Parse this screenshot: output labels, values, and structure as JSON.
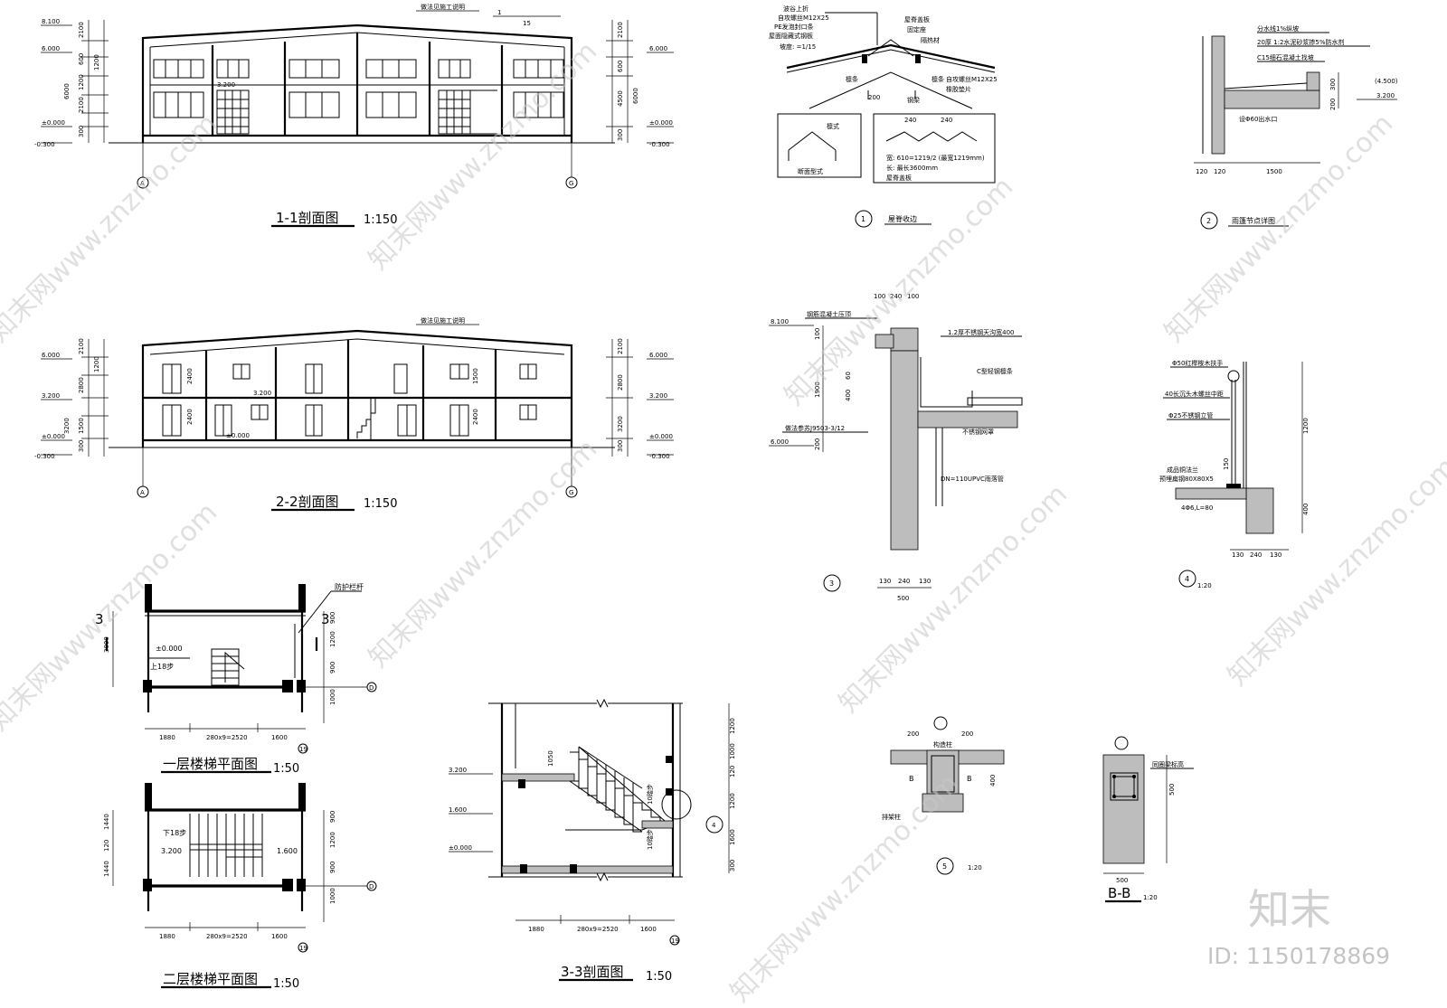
{
  "views": {
    "section_1_1": {
      "title": "1-1剖面图",
      "scale": "1:150",
      "note": "做法见施工说明"
    },
    "section_2_2": {
      "title": "2-2剖面图",
      "scale": "1:150",
      "note": "做法见施工说明"
    },
    "stair_plan_1": {
      "title": "一层楼梯平面图",
      "scale": "1:50",
      "rail_note": "防护栏杆",
      "step_note": "上18步"
    },
    "stair_plan_2": {
      "title": "二层楼梯平面图",
      "scale": "1:50",
      "step_note": "下18步"
    },
    "section_3_3": {
      "title": "3-3剖面图",
      "scale": "1:50",
      "step_note": "10踏步"
    },
    "detail_1": {
      "num": "1",
      "title": "屋脊收边"
    },
    "detail_2": {
      "num": "2",
      "title": "雨篷节点详图"
    },
    "detail_3": {
      "num": "3"
    },
    "detail_4": {
      "num": "4",
      "scale": "1:20"
    },
    "detail_5": {
      "num": "5",
      "scale": "1:20",
      "col_label": "构造柱",
      "row_label": "排架柱"
    },
    "section_bb": {
      "title": "B-B",
      "scale": "1:20",
      "label": "同圈梁标高"
    }
  },
  "elevations": {
    "e8100": "8.100",
    "e6000": "6.000",
    "e3200": "3.200",
    "e1600": "1.600",
    "e0": "±0.000",
    "em300": "-0.300",
    "e4500": "(4.500)"
  },
  "dims": {
    "d2100": "2100",
    "d600": "600",
    "d1200": "1200",
    "d6000": "6000",
    "d4500": "4500",
    "d300": "300",
    "d2800": "2800",
    "d1500": "1500",
    "d3200": "3200",
    "d2400": "2400",
    "d900": "900",
    "d3000": "3000",
    "d1000": "1000",
    "d1880": "1880",
    "d_steps": "280x9=2520",
    "d1600": "1600",
    "d1440": "1440",
    "d120": "120",
    "d1050": "1050",
    "d240": "240",
    "d130": "130",
    "d500": "500",
    "d100": "100",
    "d1900": "1900",
    "d400": "400",
    "d60": "60",
    "d200": "200",
    "d150": "150"
  },
  "axes": {
    "a": "A",
    "g": "G",
    "d": "D",
    "n19": "19"
  },
  "labels_1": {
    "l1": "波谷上折",
    "l2": "自攻螺丝M12X25",
    "l3": "PE发泡封口条",
    "l4": "屋面隐藏式钢板",
    "l5": "坡度: =1/15",
    "l6": "屋脊盖板",
    "l7": "固定座",
    "l8": "隔热材",
    "l9": "檩条",
    "l10": "自攻螺丝M12X25",
    "l11": "橡胶垫片",
    "l12": "钢梁",
    "l13": "檩式",
    "l14": "断面型式",
    "l15": "宽: 610=1219/2 (最宽1219mm)",
    "l16": "长: 最长3600mm",
    "l17": "屋脊盖板"
  },
  "labels_2": {
    "l1": "分水线1%纵坡",
    "l2": "20厚 1:2水泥砂浆掺5%防水剂",
    "l3": "C15细石混凝土找坡",
    "l4": "设Φ60出水口"
  },
  "labels_3": {
    "l1": "钢筋混凝土压顶",
    "l2": "1.2厚不锈钢天沟宽400",
    "l3": "C型轻钢檩条",
    "l4": "做法参苏J9503-3/12",
    "l5": "不锈钢网罩",
    "l6": "DN=110UPVC雨落管"
  },
  "labels_4": {
    "l1": "Φ50红榉桉木扶手",
    "l2": "40长沉头木螺丝中距",
    "l3": "Φ25不锈钢立管",
    "l4": "成品铜法兰",
    "l5": "预埋扁钢80X80X5",
    "l6": "4Φ6,L=80"
  },
  "brand": {
    "logo": "知末",
    "id": "ID: 1150178869",
    "watermark": "知末网www.znzmo.com"
  }
}
